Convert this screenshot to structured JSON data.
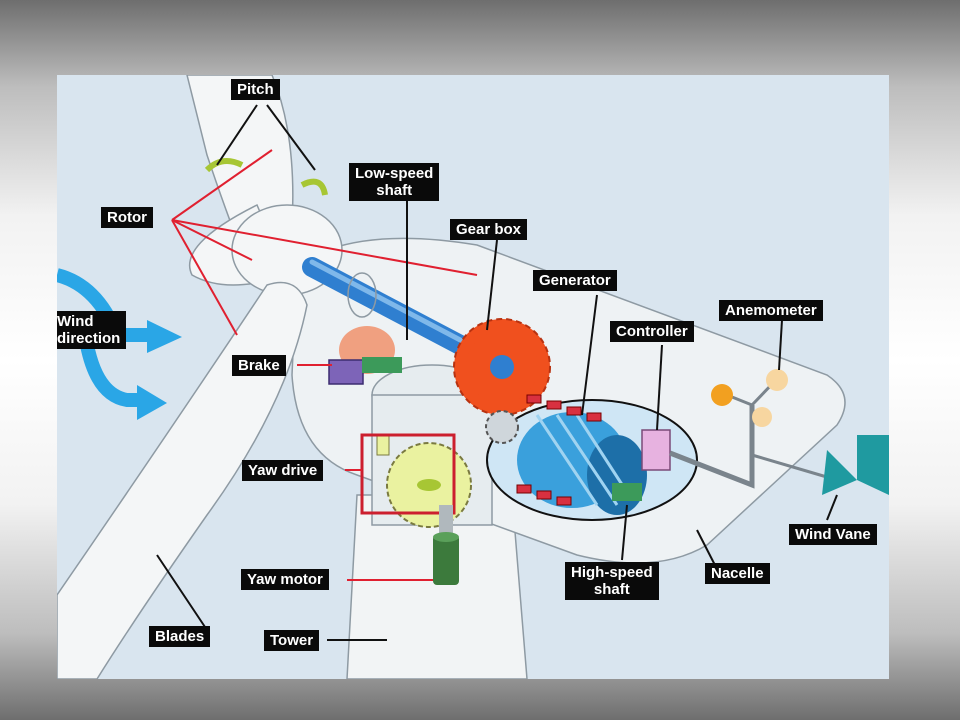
{
  "labels": {
    "pitch": "Pitch",
    "rotor": "Rotor",
    "wind_direction": "Wind\ndirection",
    "low_speed_shaft": "Low-speed\nshaft",
    "gear_box": "Gear box",
    "generator": "Generator",
    "anemometer": "Anemometer",
    "controller": "Controller",
    "brake": "Brake",
    "yaw_drive": "Yaw drive",
    "yaw_motor": "Yaw motor",
    "blades": "Blades",
    "tower": "Tower",
    "high_speed_shaft": "High-speed\nshaft",
    "nacelle": "Nacelle",
    "wind_vane": "Wind Vane"
  },
  "colors": {
    "leader_line": "#e02030",
    "label_bg": "#0a0a0a",
    "label_text": "#ffffff",
    "wind_arrow": "#2aa6e6",
    "gear": "#f0501e",
    "generator": "#3aa0dc",
    "shaft": "#2f7fd0"
  }
}
